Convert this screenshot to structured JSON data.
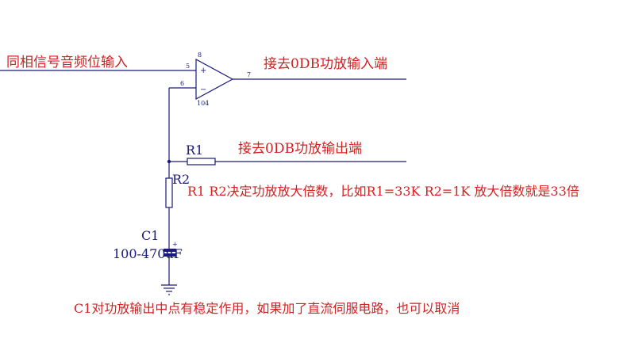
{
  "labels": {
    "input": "同相信号音频位输入",
    "output_top": "接去0DB功放输入端",
    "output_mid": "接去0DB功放输出端",
    "gain_note": "R1 R2决定功放放大倍数，比如R1=33K R2=1K 放大倍数就是33倍",
    "c1_note": "C1对功放输出中点有稳定作用，如果加了直流伺服电路，也可以取消"
  },
  "components": {
    "opamp_pin_plus": "5",
    "opamp_pin_minus": "6",
    "opamp_pin_out": "7",
    "opamp_pin_top": "8",
    "opamp_pin_bottom": "104",
    "opamp_plus_sign": "+",
    "opamp_minus_sign": "−",
    "r1_name": "R1",
    "r2_name": "R2",
    "c1_name": "C1",
    "c1_value": "100-470uF",
    "c1_plus": "+"
  },
  "colors": {
    "wire": "#1a1a7a",
    "annotation": "#d42020"
  }
}
